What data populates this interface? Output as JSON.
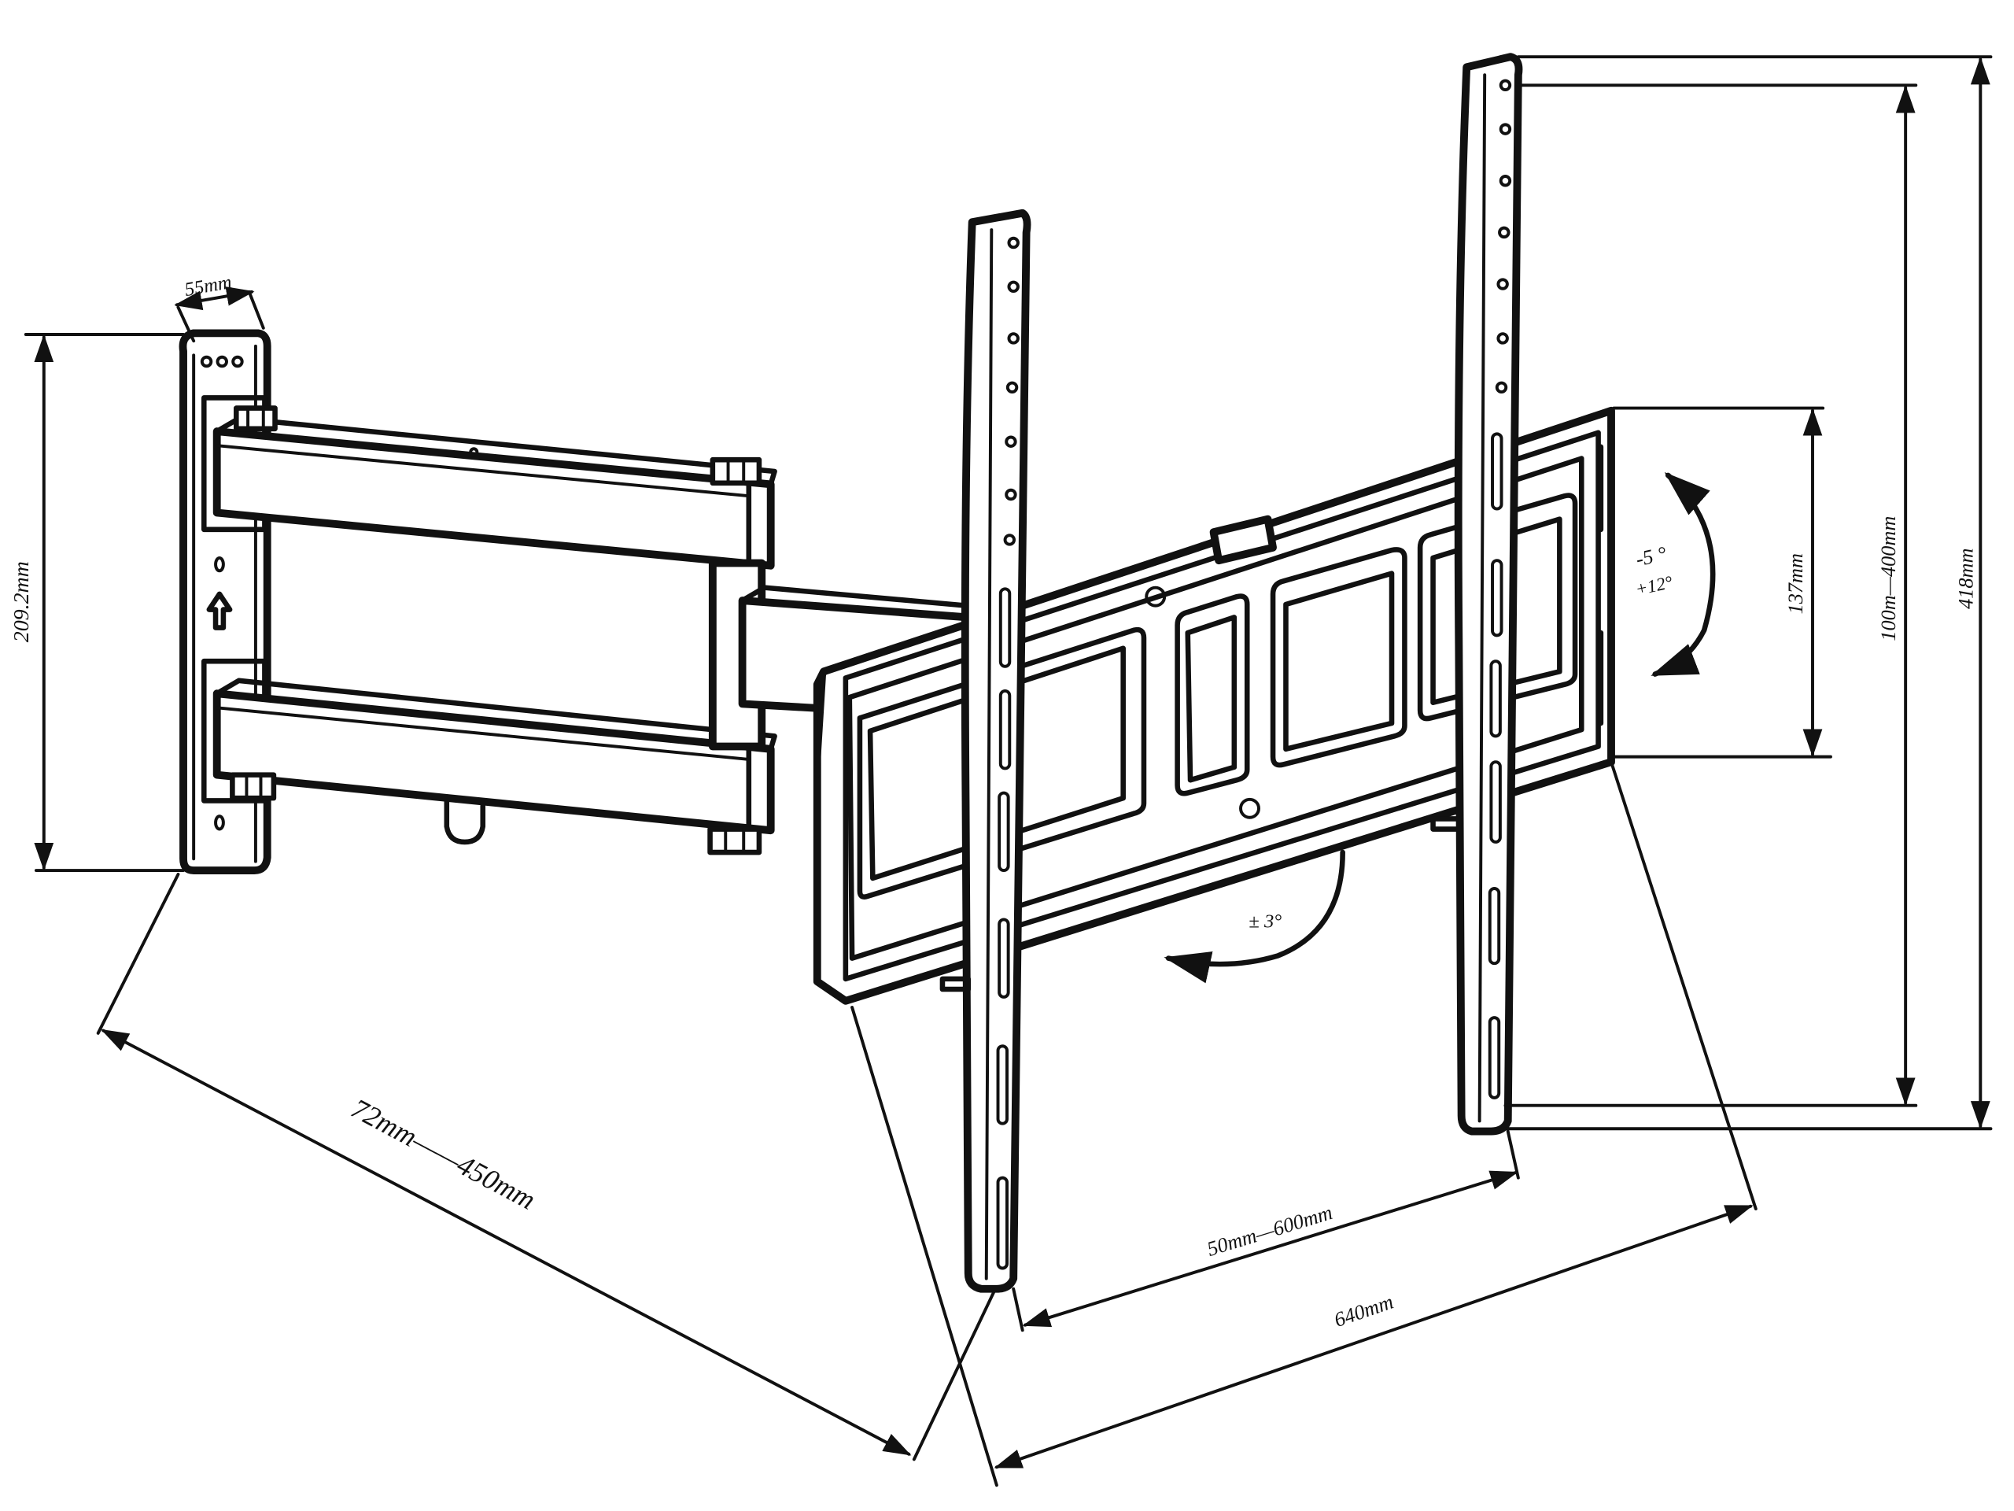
{
  "dimensions": {
    "plate_width": "55mm",
    "plate_height": "209.2mm",
    "arm_extension": "72mm——450mm",
    "horizontal_spacing": "50mm—600mm",
    "total_width": "640mm",
    "vertical_spacing": "100m—400mm",
    "bracket_height": "137mm",
    "total_height": "418mm"
  },
  "angles": {
    "tilt_up": "-5 °",
    "tilt_down": "+12°",
    "swivel": "± 3°"
  }
}
